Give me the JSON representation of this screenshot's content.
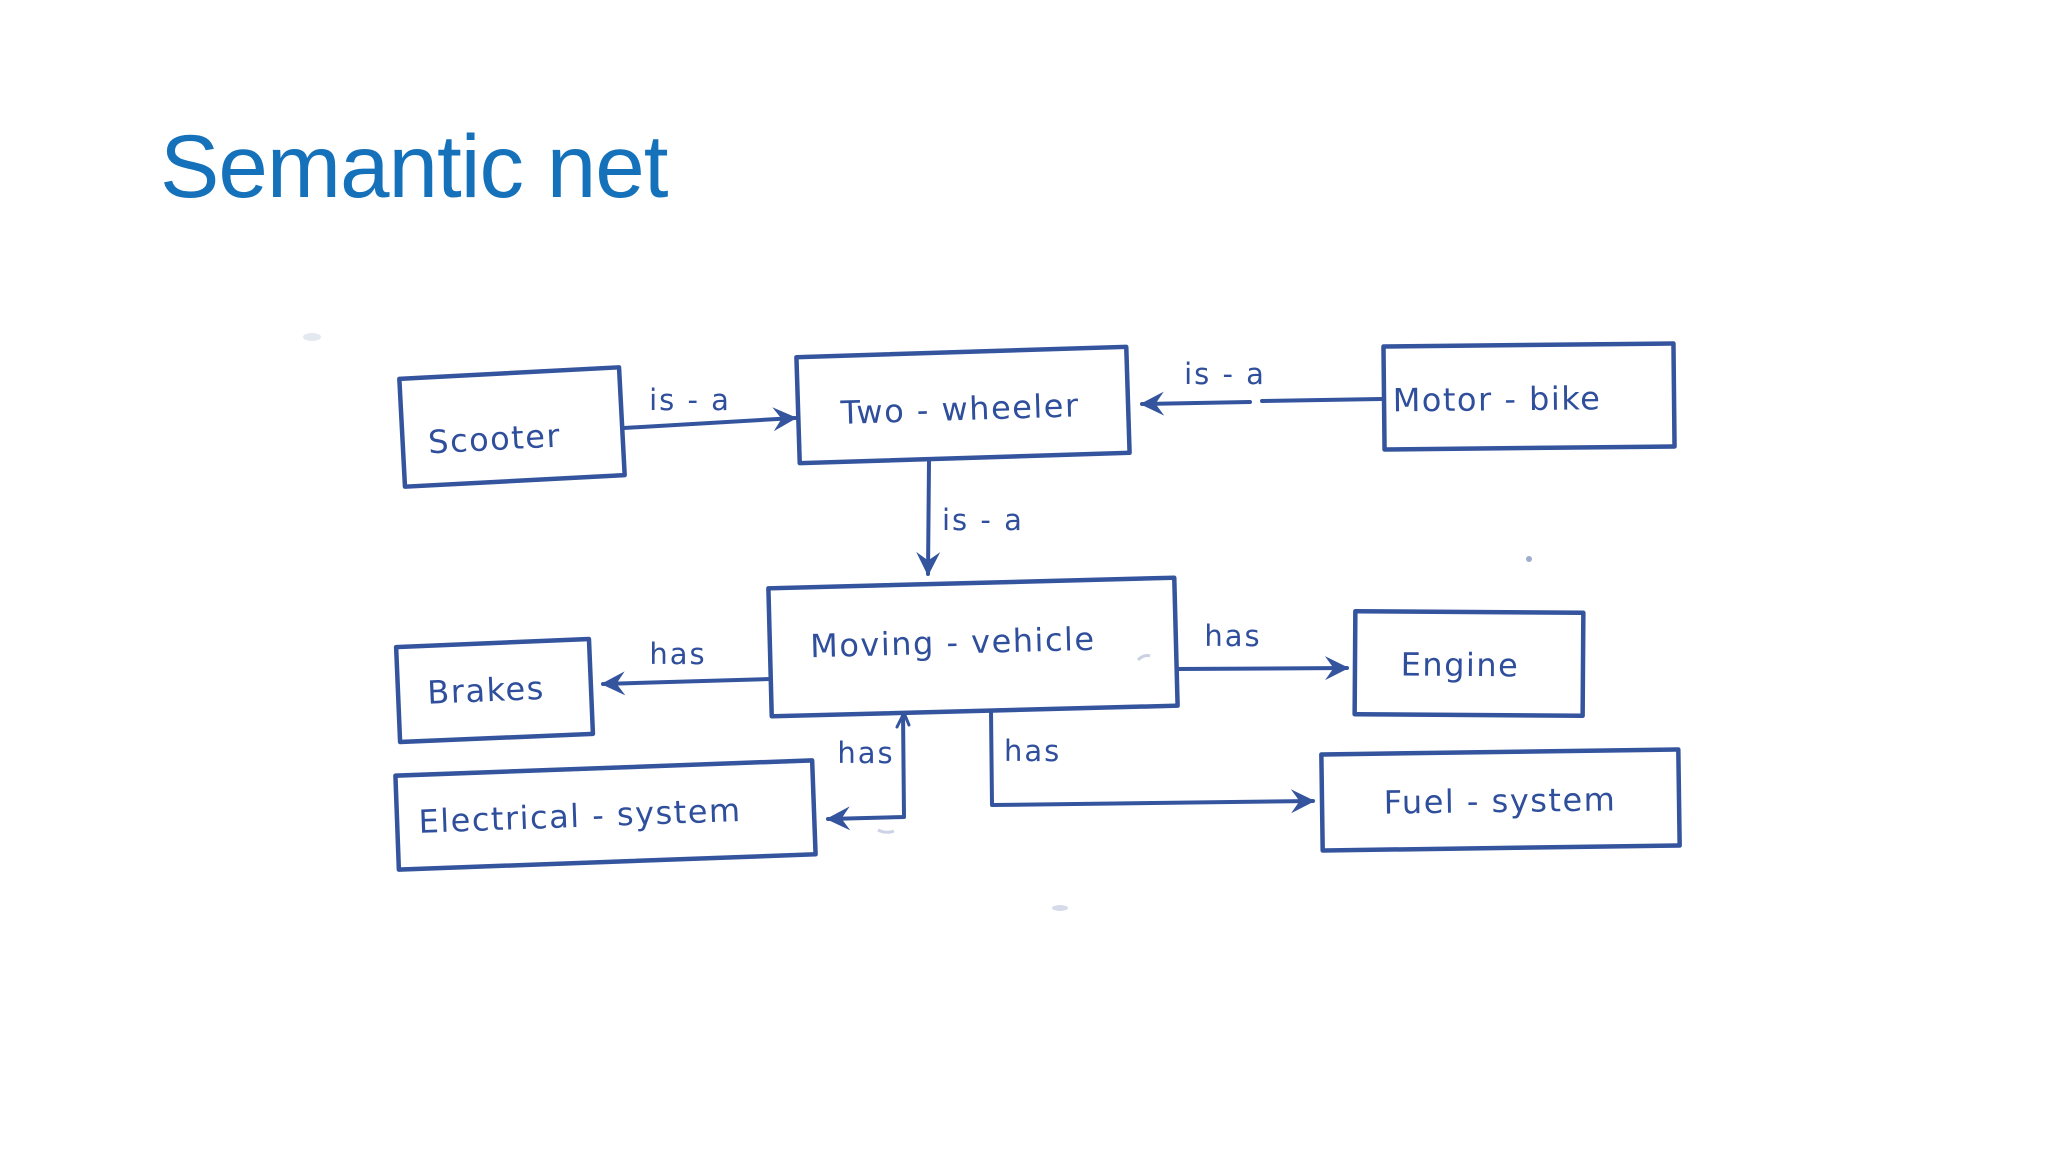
{
  "slide": {
    "title": "Semantic net"
  },
  "colors": {
    "title_blue": "#1471ba",
    "ink_blue": "#35549e",
    "background": "#ffffff"
  },
  "diagram": {
    "type": "semantic-network",
    "nodes": [
      {
        "id": "scooter",
        "label": "Scooter"
      },
      {
        "id": "two_wheeler",
        "label": "Two - wheeler"
      },
      {
        "id": "motor_bike",
        "label": "Motor - bike"
      },
      {
        "id": "moving_vehicle",
        "label": "Moving - vehicle"
      },
      {
        "id": "brakes",
        "label": "Brakes"
      },
      {
        "id": "engine",
        "label": "Engine"
      },
      {
        "id": "electrical_system",
        "label": "Electrical - system"
      },
      {
        "id": "fuel_system",
        "label": "Fuel - system"
      }
    ],
    "edges": [
      {
        "from": "Scooter",
        "to": "Two - wheeler",
        "label": "is - a"
      },
      {
        "from": "Motor - bike",
        "to": "Two - wheeler",
        "label": "is - a"
      },
      {
        "from": "Two - wheeler",
        "to": "Moving - vehicle",
        "label": "is - a"
      },
      {
        "from": "Moving - vehicle",
        "to": "Brakes",
        "label": "has"
      },
      {
        "from": "Moving - vehicle",
        "to": "Engine",
        "label": "has"
      },
      {
        "from": "Moving - vehicle",
        "to": "Electrical - system",
        "label": "has"
      },
      {
        "from": "Moving - vehicle",
        "to": "Fuel - system",
        "label": "has"
      }
    ]
  }
}
